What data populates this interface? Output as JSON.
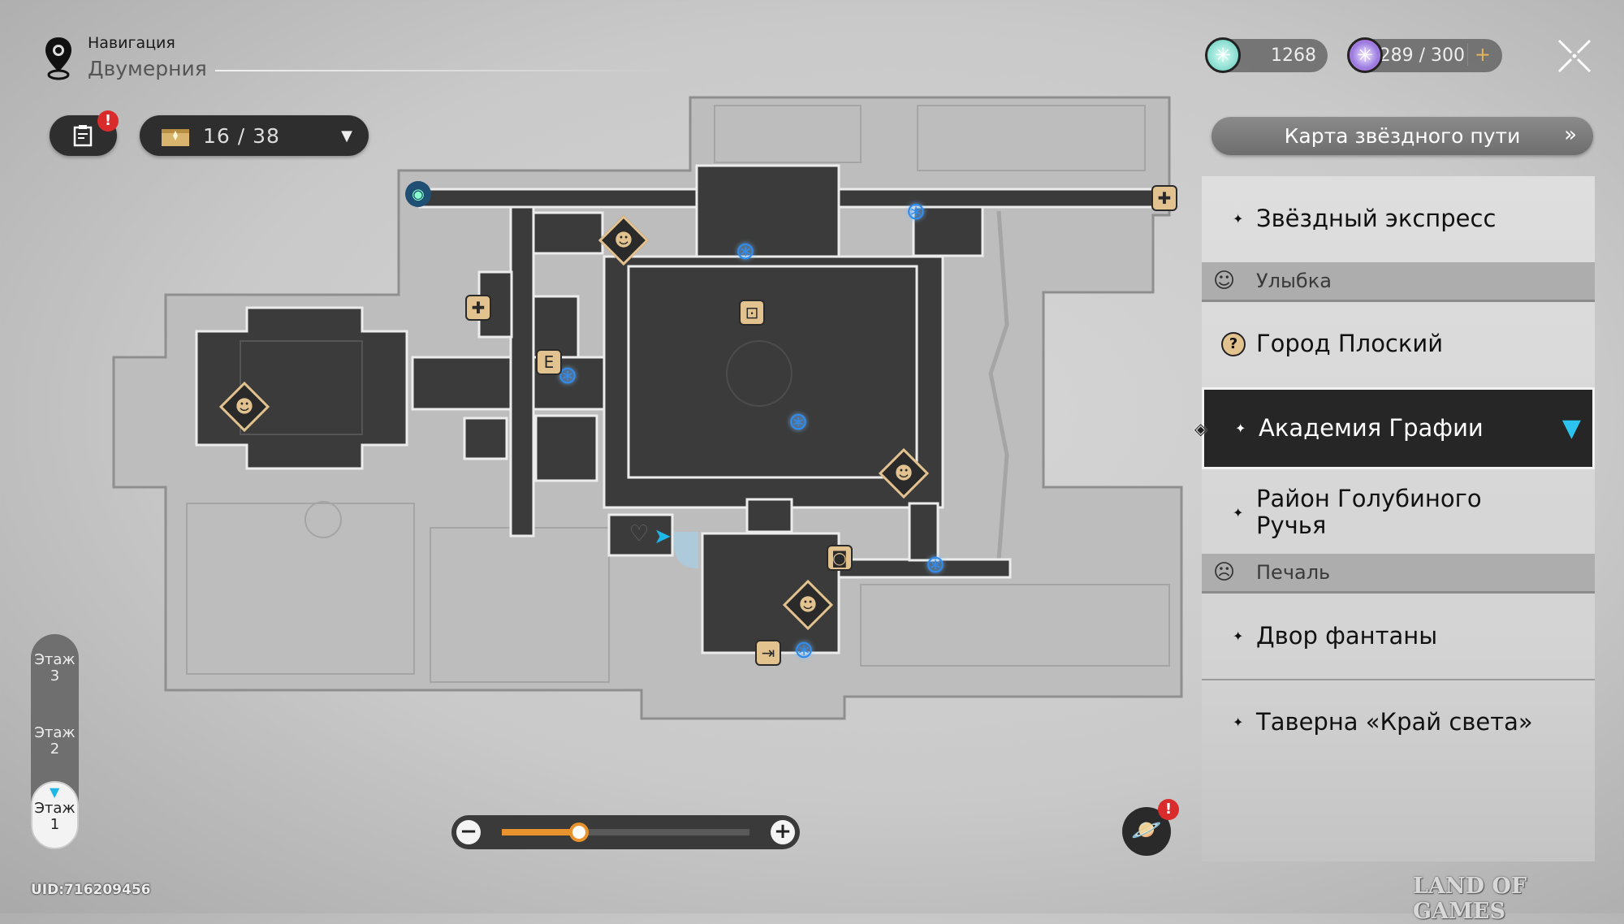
{
  "header": {
    "title": "Навигация",
    "location": "Двумерния"
  },
  "toolbar": {
    "chest_count": "16 / 38",
    "notice_badge": "!"
  },
  "currencies": [
    {
      "icon": "stellar-jade-icon",
      "value": "1268"
    },
    {
      "icon": "trailblaze-power-icon",
      "value": "289 / 300",
      "add": "+"
    }
  ],
  "star_map_button": {
    "label": "Карта звёздного пути",
    "chevron": "»"
  },
  "locations": {
    "star_express": "Звёздный экспресс",
    "group_smile": "Улыбка",
    "flat_city": "Город Плоский",
    "academy": "Академия Графии",
    "pigeon_creek": "Район Голубиного Ручья",
    "group_sad": "Печаль",
    "fountain_yard": "Двор фантаны",
    "tavern": "Таверна «Край света»",
    "selected": "Академия Графии"
  },
  "floors": [
    {
      "word": "Этаж",
      "num": "3"
    },
    {
      "word": "Этаж",
      "num": "2"
    },
    {
      "word": "Этаж",
      "num": "1",
      "selected": true
    }
  ],
  "zoom": {
    "minus": "−",
    "plus": "+",
    "level_percent": 31
  },
  "uid": "UID:716209456",
  "planet_badge": "!",
  "watermark": "LAND OF GAMES",
  "colors": {
    "accent": "#e8932e",
    "marker_gold": "#e2c38f",
    "teleport_blue": "#2f8cf0",
    "selected_bg": "#262626",
    "alert_red": "#d92b2b"
  }
}
